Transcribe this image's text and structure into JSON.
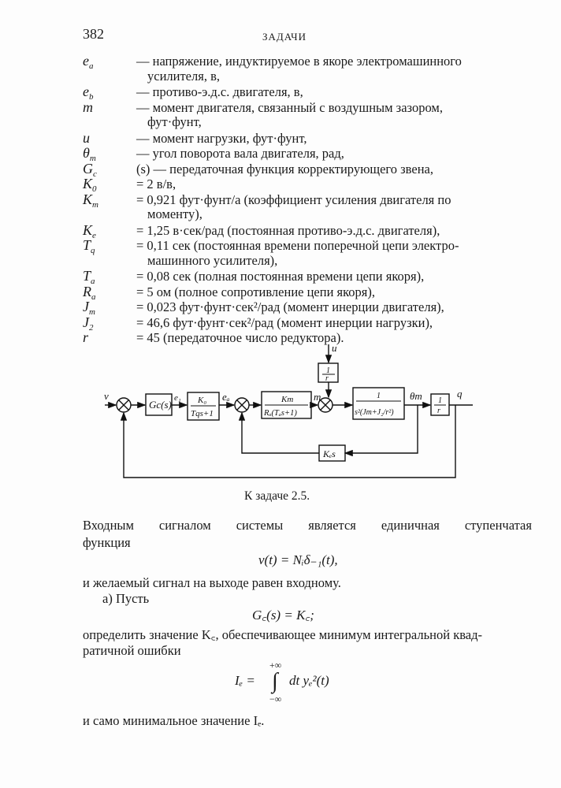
{
  "header": {
    "page_number": "382",
    "running_title": "ЗАДАЧИ"
  },
  "definitions": [
    {
      "sym": "e",
      "sub": "a",
      "text": "— напряжение, индуктируемое в якоре электромашинного",
      "cont": "усилителя, в,"
    },
    {
      "sym": "e",
      "sub": "b",
      "text": "— противо-э.д.с. двигателя, в,",
      "cont": ""
    },
    {
      "sym": "m",
      "sub": "",
      "text": "— момент двигателя, связанный с воздушным зазором,",
      "cont": "фут·фунт,"
    },
    {
      "sym": "u",
      "sub": "",
      "text": "— момент нагрузки, фут·фунт,",
      "cont": ""
    },
    {
      "sym": "θ",
      "sub": "m",
      "text": "— угол поворота вала двигателя, рад,",
      "cont": ""
    },
    {
      "sym": "G",
      "sub": "c",
      "text": "(s) — передаточная функция корректирующего звена,",
      "cont": ""
    },
    {
      "sym": "K",
      "sub": "0",
      "text": "= 2 в/в,",
      "cont": ""
    },
    {
      "sym": "K",
      "sub": "m",
      "text": "= 0,921 фут·фунт/а (коэффициент усиления двигателя по",
      "cont": "моменту),"
    },
    {
      "sym": "K",
      "sub": "e",
      "text": "= 1,25 в·сек/рад (постоянная противо-э.д.с. двигателя),",
      "cont": ""
    },
    {
      "sym": "T",
      "sub": "q",
      "text": "= 0,11 сек (постоянная времени поперечной цепи электро-",
      "cont": "машинного усилителя),"
    },
    {
      "sym": "T",
      "sub": "a",
      "text": "= 0,08 сек (полная постоянная времени цепи якоря),",
      "cont": ""
    },
    {
      "sym": "R",
      "sub": "a",
      "text": "= 5 ом (полное сопротивление цепи якоря),",
      "cont": ""
    },
    {
      "sym": "J",
      "sub": "m",
      "text": "= 0,023 фут·фунт·сек²/рад (момент инерции двигателя),",
      "cont": ""
    },
    {
      "sym": "J",
      "sub": "2",
      "text": "= 46,6 фут·фунт·сек²/рад (момент инерции нагрузки),",
      "cont": ""
    },
    {
      "sym": "r",
      "sub": "",
      "text": "= 45 (передаточное число редуктора).",
      "cont": ""
    }
  ],
  "diagram": {
    "v": "v",
    "gc": "Gc(s)",
    "e1": "e₁",
    "k0_num": "K₀",
    "k0_den": "Tqs+1",
    "ea": "eₐ",
    "km_num": "Km",
    "km_den": "Rₐ(Tₐs+1)",
    "m": "m",
    "u": "u",
    "one": "1",
    "r": "r",
    "plant_num": "1",
    "plant_den": "s²(Jm+J₂/r²)",
    "theta": "θm",
    "q": "q",
    "kes": "Kₑs",
    "caption": "К задаче 2.5."
  },
  "body": {
    "p1_line1": [
      "Входным",
      "сигналом",
      "системы",
      "является",
      "единичная",
      "ступенчатая"
    ],
    "p1_line2": "функция",
    "eq1": "v(t) = Nᵢδ₋₁(t),",
    "p2": "и желаемый сигнал на выходе равен входному.",
    "p3": "а) Пусть",
    "eq2": "G꜀(s) = K꜀;",
    "p4_line1": "определить значение K꜀, обеспечивающее минимум интегральной квад-",
    "p4_line2": "ратичной ошибки",
    "eq3_lhs": "Iₑ =",
    "eq3_upper": "+∞",
    "eq3_lower": "−∞",
    "eq3_int": "∫",
    "eq3_body": "dt yₑ²(t)",
    "p5": "и само минимальное значение Iₑ."
  }
}
